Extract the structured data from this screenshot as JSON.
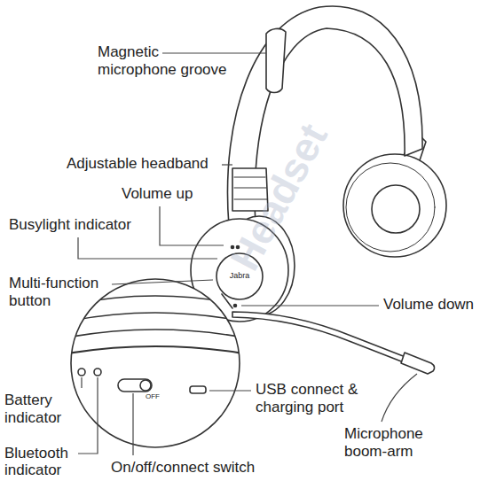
{
  "diagram": {
    "labels": [
      "Magnetic microphone groove",
      "Adjustable headband",
      "Volume up",
      "Busylight indicator",
      "Multi-function button",
      "Volume down",
      "Battery indicator",
      "Bluetooth indicator",
      "USB connect & charging port",
      "Microphone boom-arm",
      "On/off/connect switch",
      "Jabra",
      "OFF",
      "Headset"
    ]
  }
}
